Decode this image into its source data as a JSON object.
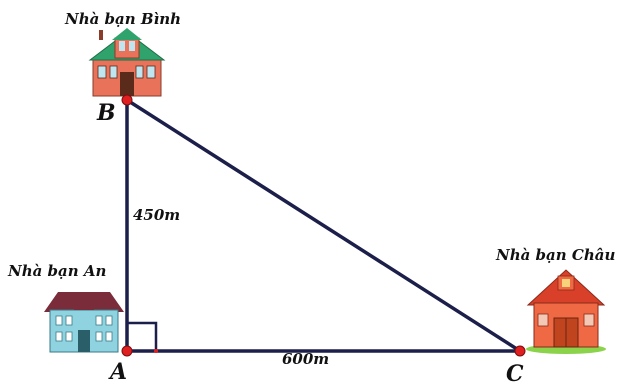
{
  "houses": {
    "binh": {
      "label": "Nhà bạn Bình"
    },
    "an": {
      "label": "Nhà bạn An"
    },
    "chau": {
      "label": "Nhà bạn Châu"
    }
  },
  "vertices": {
    "a": {
      "label": "A"
    },
    "b": {
      "label": "B"
    },
    "c": {
      "label": "C"
    }
  },
  "lengths": {
    "ab": "450m",
    "ac": "600m"
  },
  "colors": {
    "line": "#1c1f4a",
    "point": "#e02020",
    "house_binh_wall": "#e8735a",
    "house_binh_roof": "#2fa36b",
    "house_an_wall": "#8fd3e0",
    "house_an_roof": "#7a2c3a",
    "house_chau_wall": "#ef6a44",
    "house_chau_roof": "#d9402a"
  }
}
